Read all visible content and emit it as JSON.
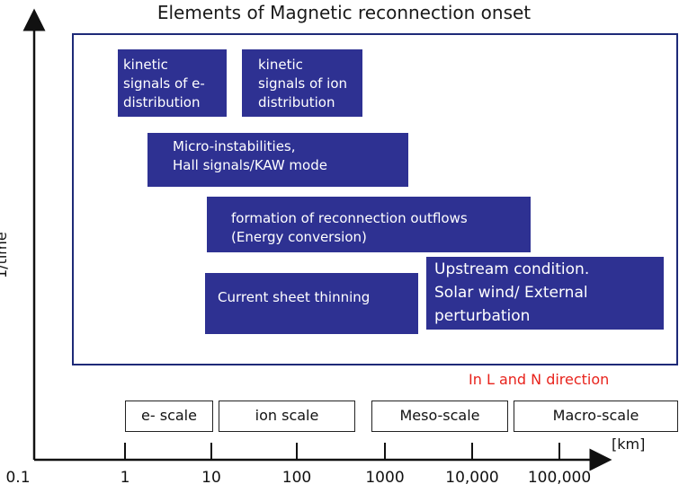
{
  "title": "Elements of Magnetic reconnection onset",
  "y_axis_label": "1/time",
  "x_axis_unit": "[km]",
  "x_ticks": [
    "0.1",
    "1",
    "10",
    "100",
    "1000",
    "10,000",
    "100,000"
  ],
  "boxes": {
    "kinetic_e": [
      "kinetic",
      "signals of e-",
      "distribution"
    ],
    "kinetic_ion": [
      "kinetic",
      "signals of ion",
      "distribution"
    ],
    "micro": [
      "Micro-instabilities,",
      "Hall signals/KAW mode"
    ],
    "outflows": [
      "formation of reconnection outflows",
      "(Energy conversion)"
    ],
    "current_sheet": [
      "Current sheet thinning"
    ],
    "upstream": [
      "Upstream condition.",
      "Solar wind/ External",
      "perturbation"
    ]
  },
  "direction_note": "In L and N direction",
  "scales": [
    "e- scale",
    "ion scale",
    "Meso-scale",
    "Macro-scale"
  ],
  "colors": {
    "box_fill": "#2e3192",
    "frame": "#1e2a78",
    "note": "#e8231c"
  }
}
